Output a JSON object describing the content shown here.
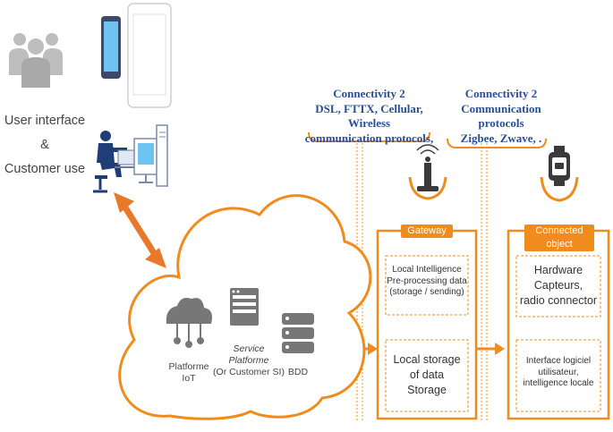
{
  "user_interface": {
    "line1": "User interface",
    "line2": "&",
    "line3": "Customer use"
  },
  "connectivity_left": {
    "title": "Connectivity 2",
    "line2": "DSL, FTTX, Cellular, Wireless",
    "line3": "communication protocols,"
  },
  "connectivity_right": {
    "title": "Connectivity 2",
    "line2": "Communication protocols",
    "line3": "Zigbee, Zwave, ."
  },
  "cloud": {
    "platform_iot": {
      "line1": "Platforme",
      "line2": "IoT"
    },
    "service_platform": {
      "line1": "Service",
      "line2": "Platforme",
      "line3": "(Or Customer SI)"
    },
    "bdd": "BDD"
  },
  "gateway": {
    "title": "Gateway",
    "box1": {
      "line1": "Local Intelligence",
      "line2": "Pre-processing data",
      "line3": "(storage / sending)"
    },
    "box2": {
      "line1": "Local storage",
      "line2": "of data",
      "line3": "Storage"
    }
  },
  "connected_object": {
    "title": "Connected object",
    "box1": {
      "line1": "Hardware",
      "line2": "Capteurs,",
      "line3": "radio connector"
    },
    "box2": {
      "line1": "Interface logiciel",
      "line2": "utilisateur,",
      "line3": "intelligence locale"
    }
  },
  "colors": {
    "accent": "#f08c1e",
    "text_blue": "#2a4f9a",
    "icon_gray": "#8a8a8a",
    "dark_blue": "#1f3e78"
  }
}
